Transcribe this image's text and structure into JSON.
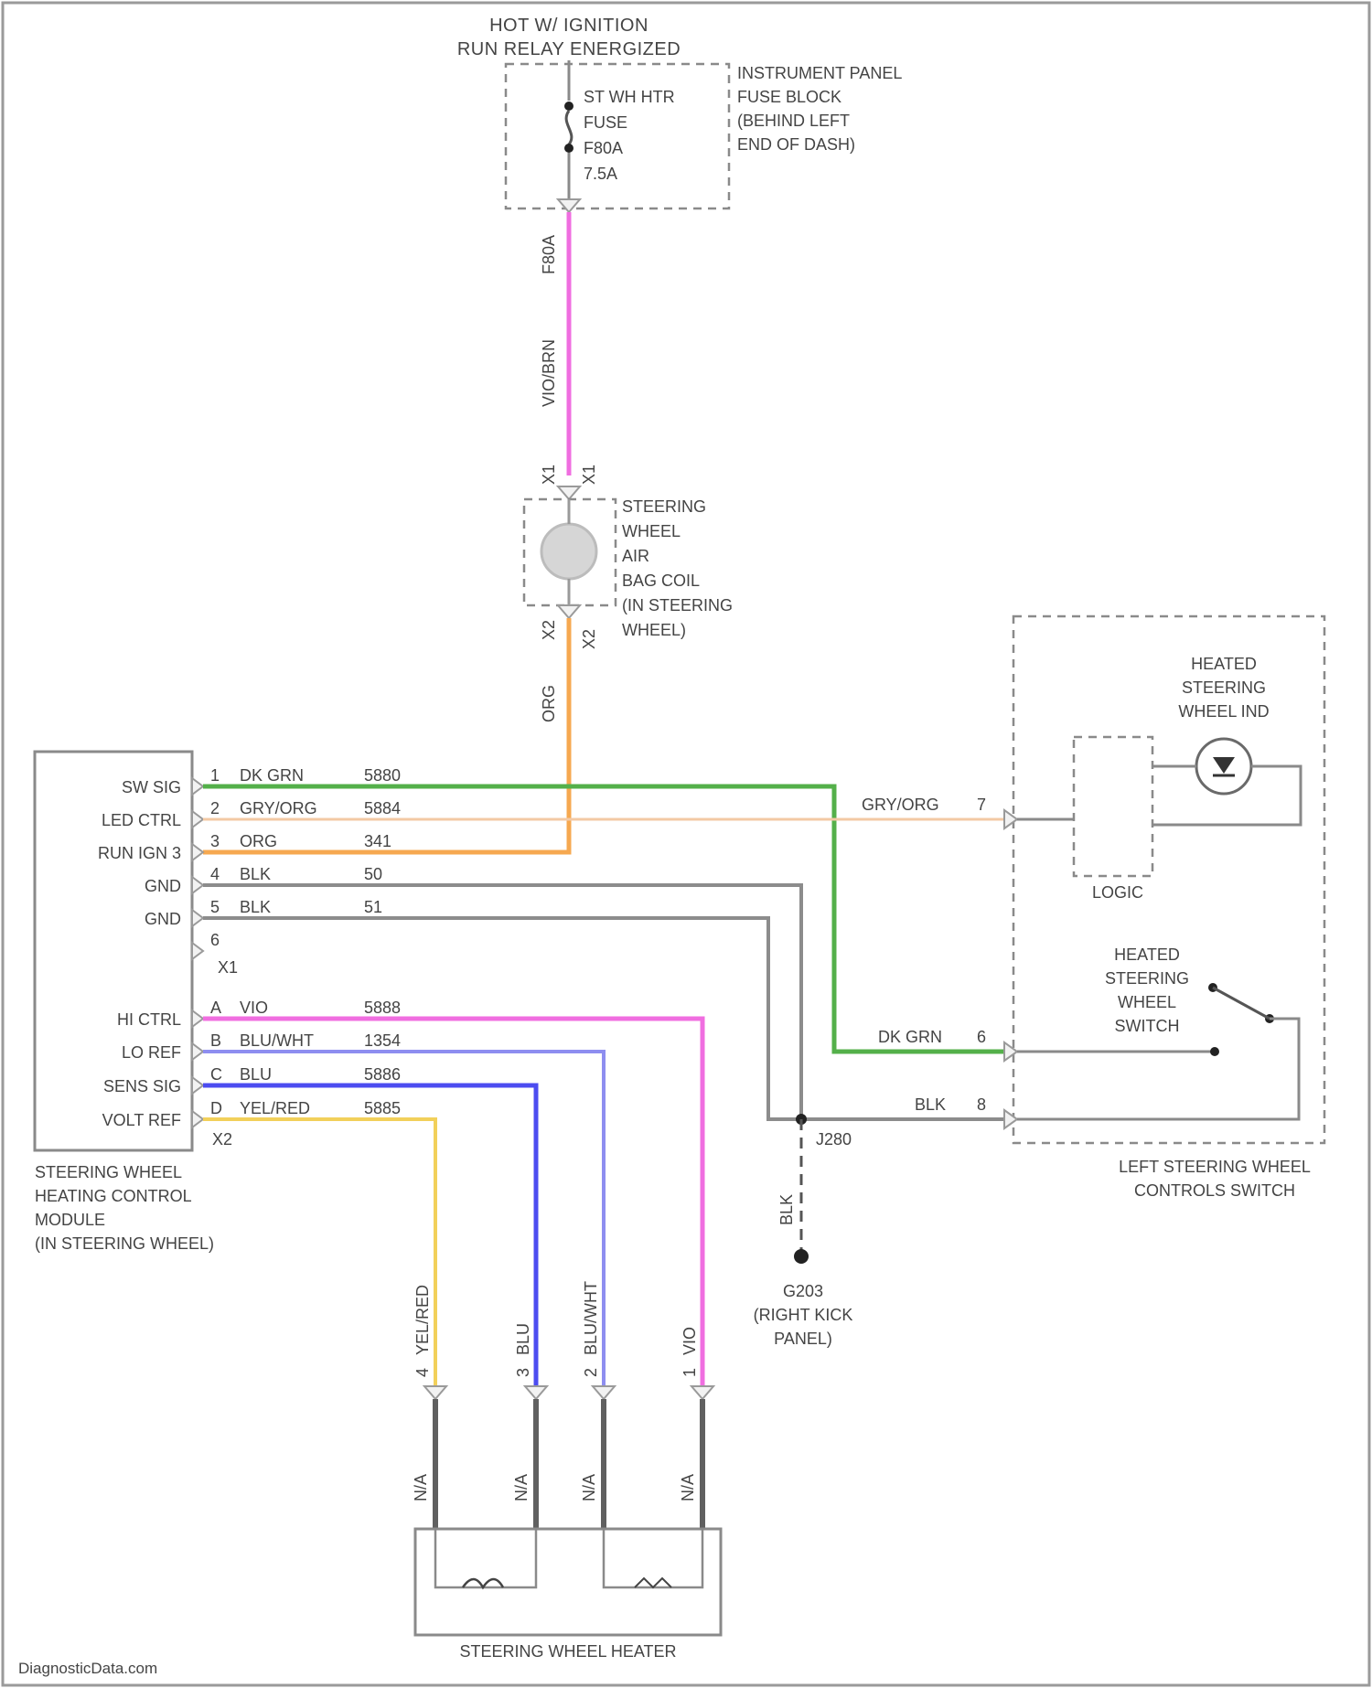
{
  "colors": {
    "pink": "#f06ee0",
    "orange": "#f6a850",
    "green": "#54b04a",
    "peach": "#f3c9a4",
    "gray": "#8c8c8c",
    "lavender": "#8e8ef0",
    "blue": "#4c4cf0",
    "yellow": "#f2d05a",
    "dark": "#606060"
  },
  "power": {
    "title_line1": "HOT W/ IGNITION",
    "title_line2": "RUN RELAY ENERGIZED"
  },
  "fuse": {
    "label": [
      "ST WH HTR",
      "FUSE",
      "F80A",
      "7.5A"
    ],
    "location": [
      "INSTRUMENT PANEL",
      "FUSE BLOCK",
      "(BEHIND LEFT",
      "END OF DASH)"
    ],
    "pin": "F80A",
    "wire_color": "VIO/BRN"
  },
  "coil": {
    "label": [
      "STEERING",
      "WHEEL",
      "AIR",
      "BAG COIL",
      "(IN STEERING",
      "WHEEL)"
    ],
    "pin_top": "X1",
    "pin_bottom": "X2",
    "wire_color": "ORG"
  },
  "module": {
    "label": [
      "STEERING WHEEL",
      "HEATING CONTROL",
      "MODULE",
      "(IN STEERING WHEEL)"
    ],
    "connector_x1": "X1",
    "connector_x2": "X2",
    "rows": [
      {
        "name": "SW SIG",
        "pin": "1",
        "color": "DK GRN",
        "circuit": "5880"
      },
      {
        "name": "LED CTRL",
        "pin": "2",
        "color": "GRY/ORG",
        "circuit": "5884"
      },
      {
        "name": "RUN IGN 3",
        "pin": "3",
        "color": "ORG",
        "circuit": "341"
      },
      {
        "name": "GND",
        "pin": "4",
        "color": "BLK",
        "circuit": "50"
      },
      {
        "name": "GND",
        "pin": "5",
        "color": "BLK",
        "circuit": "51"
      },
      {
        "name": "",
        "pin": "6",
        "color": "",
        "circuit": ""
      },
      {
        "name": "HI CTRL",
        "pin": "A",
        "color": "VIO",
        "circuit": "5888"
      },
      {
        "name": "LO REF",
        "pin": "B",
        "color": "BLU/WHT",
        "circuit": "1354"
      },
      {
        "name": "SENS SIG",
        "pin": "C",
        "color": "BLU",
        "circuit": "5886"
      },
      {
        "name": "VOLT REF",
        "pin": "D",
        "color": "YEL/RED",
        "circuit": "5885"
      }
    ]
  },
  "switch_module": {
    "label": [
      "LEFT STEERING WHEEL",
      "CONTROLS SWITCH"
    ],
    "indicator": [
      "HEATED",
      "STEERING",
      "WHEEL IND"
    ],
    "logic": "LOGIC",
    "switch": [
      "HEATED",
      "STEERING",
      "WHEEL",
      "SWITCH"
    ],
    "pin7": "7",
    "pin6": "6",
    "pin8": "8",
    "wire7": "GRY/ORG",
    "wire6": "DK GRN",
    "wire8": "BLK"
  },
  "ground": {
    "splice": "J280",
    "wire": "BLK",
    "name": "G203",
    "location": [
      "(RIGHT KICK",
      "PANEL)"
    ]
  },
  "heater": {
    "label": "STEERING WHEEL HEATER",
    "pins": [
      {
        "pin": "4",
        "color": "YEL/RED",
        "na": "N/A"
      },
      {
        "pin": "3",
        "color": "BLU",
        "na": "N/A"
      },
      {
        "pin": "2",
        "color": "BLU/WHT",
        "na": "N/A"
      },
      {
        "pin": "1",
        "color": "VIO",
        "na": "N/A"
      }
    ]
  },
  "footer": "DiagnosticData.com"
}
